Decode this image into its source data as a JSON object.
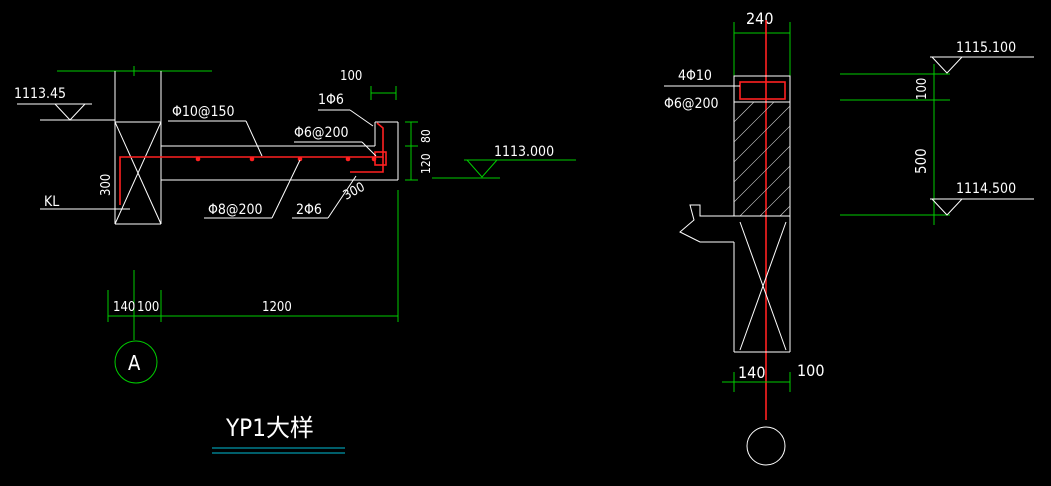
{
  "left_detail": {
    "elev_top_left": "1113.45",
    "beam_label": "KL",
    "beam_height": "300",
    "rebar_top": "Φ10@150",
    "rebar_edge": "1Φ6",
    "rebar_stirrup": "Φ6@200",
    "rebar_bottom": "Φ8@200",
    "rebar_bottom_bars": "2Φ6",
    "dim_300_slope": "300",
    "dim_100_top": "100",
    "dim_120": "120",
    "dim_80": "80",
    "elev_right": "1113.000",
    "dim_140": "140",
    "dim_100": "100",
    "dim_1200": "1200",
    "axis_label": "A",
    "title": "YP1大样"
  },
  "right_detail": {
    "dim_240": "240",
    "rebar_main": "4Φ10",
    "rebar_stirrup": "Φ6@200",
    "elev_top": "1115.100",
    "dim_100": "100",
    "dim_500": "500",
    "elev_mid": "1114.500",
    "dim_140": "140",
    "dim_100_bottom": "100"
  },
  "colors": {
    "background": "#000000",
    "line": "#ffffff",
    "dimension": "#00cc00",
    "rebar": "#ff2020",
    "underline": "#00bcd4"
  }
}
